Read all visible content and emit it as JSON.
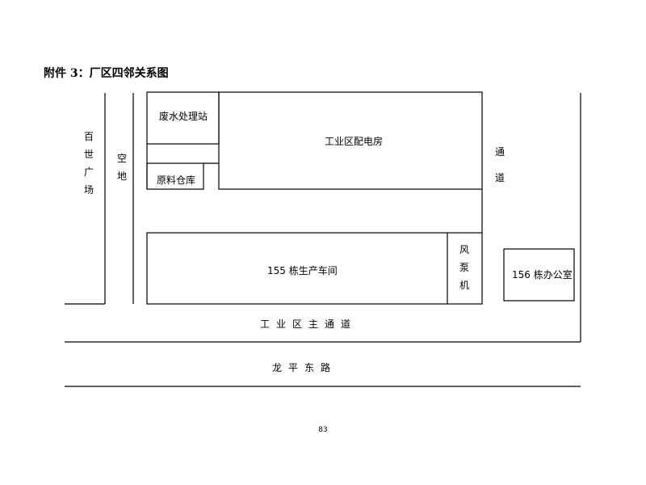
{
  "title": "附件 3：厂区四邻关系图",
  "labels": {
    "wastewater": "废水处理站",
    "distribution": "工业区配电房",
    "raw_material": "原料仓库",
    "workshop": "155 栋生产车间",
    "fan_pump": "风泵机",
    "office": "156 栋办公室",
    "plaza": "百世广场",
    "vacant": "空地",
    "channel": "通道",
    "main_road": "工业区主通道",
    "longping_road": "龙平东路"
  },
  "page_number": "83"
}
